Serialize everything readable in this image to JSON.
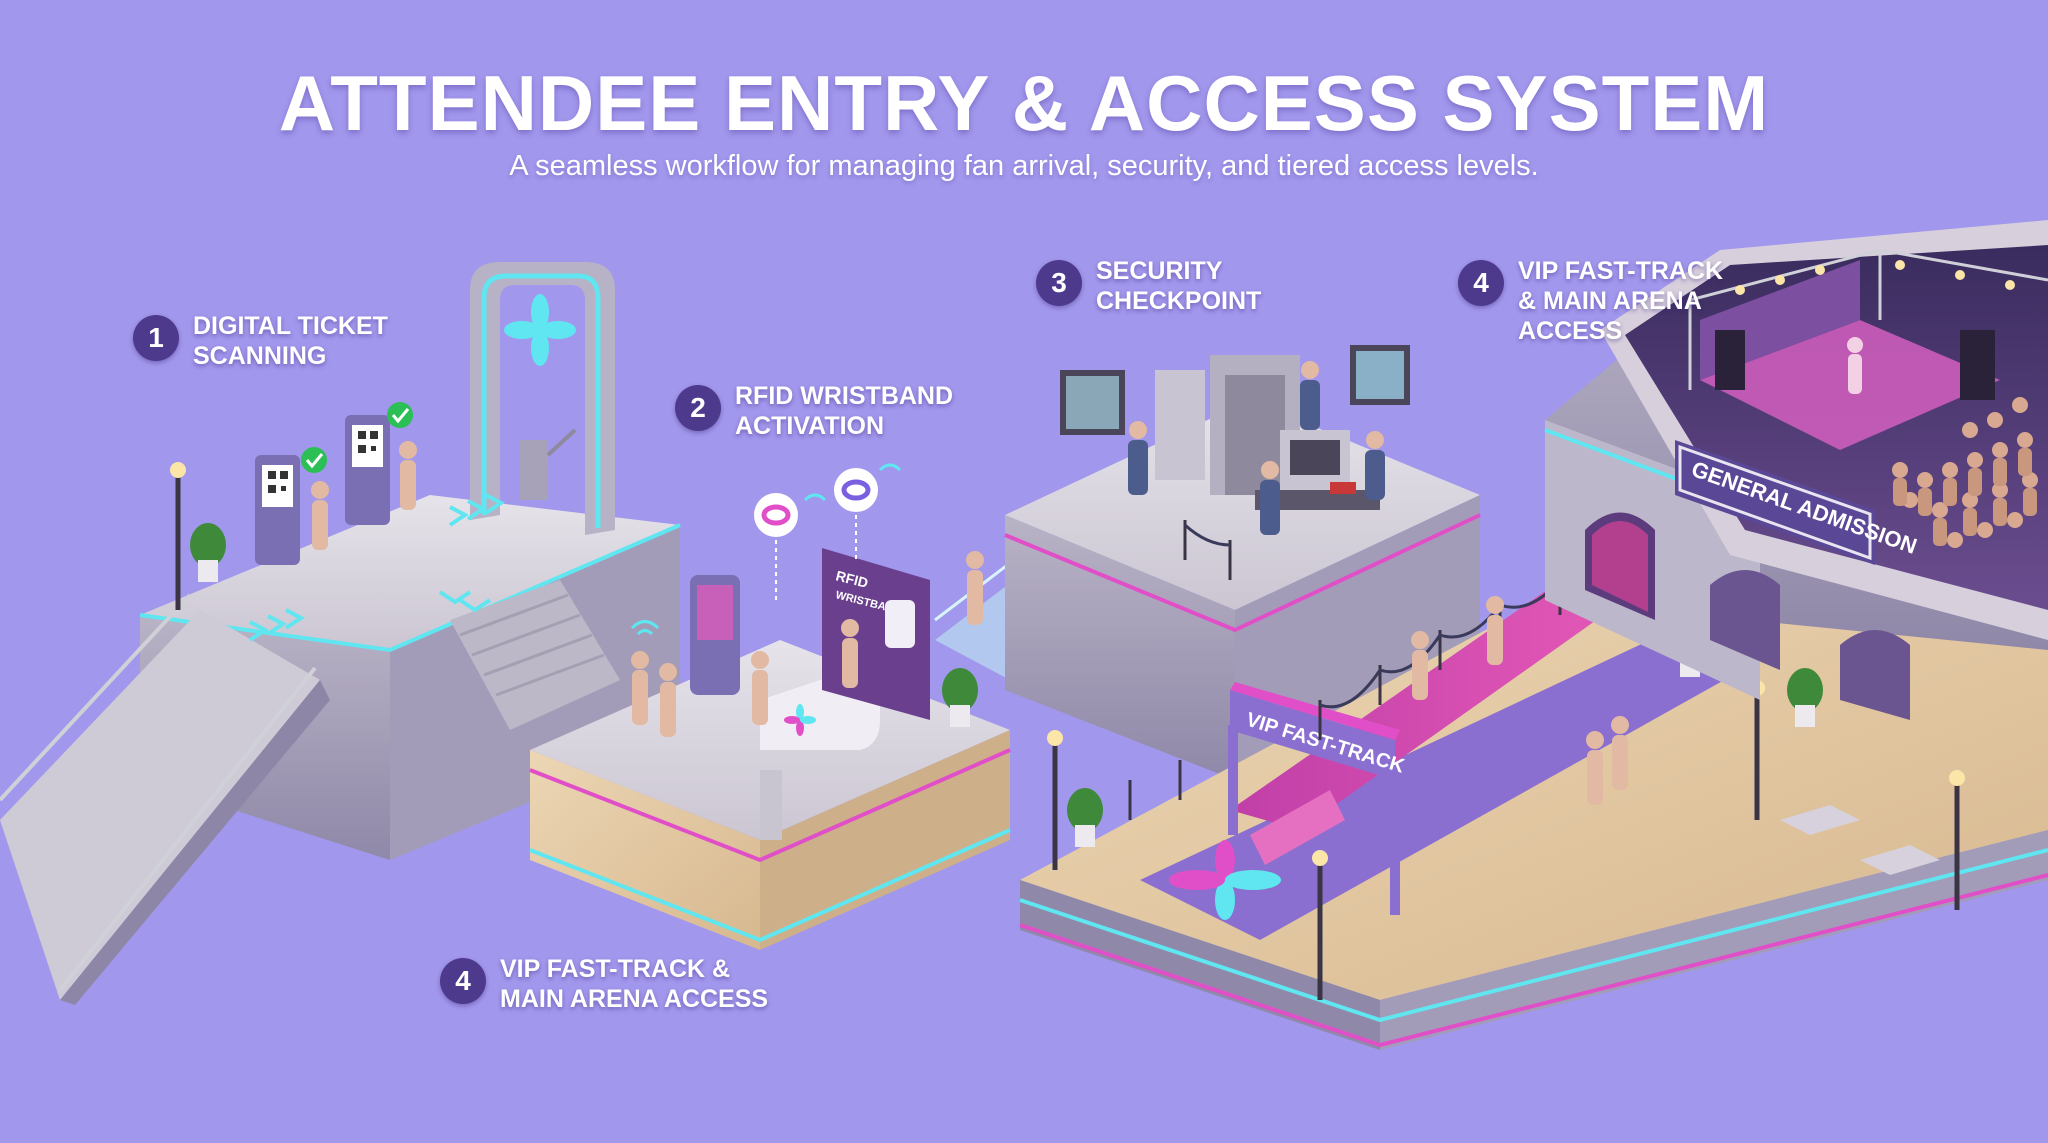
{
  "title": "ATTENDEE ENTRY & ACCESS SYSTEM",
  "subtitle": "A seamless workflow for managing fan arrival, security, and tiered access levels.",
  "steps": [
    {
      "number": "1",
      "label_line1": "DIGITAL TICKET",
      "label_line2": "SCANNING"
    },
    {
      "number": "2",
      "label_line1": "RFID WRISTBAND",
      "label_line2": "ACTIVATION"
    },
    {
      "number": "3",
      "label_line1": "SECURITY",
      "label_line2": "CHECKPOINT"
    },
    {
      "number": "4",
      "label_line1": "VIP FAST-TRACK",
      "label_line2": "& MAIN ARENA",
      "label_line3": "ACCESS"
    },
    {
      "number": "4",
      "label_line1": "VIP FAST-TRACK &",
      "label_line2": "MAIN ARENA ACCESS"
    }
  ],
  "signs": {
    "general_admission": "GENERAL ADMISSION",
    "vip_fast_track": "VIP FAST-TRACK",
    "rfid_panel_line1": "RFID",
    "rfid_panel_line2": "WRISTBAND"
  },
  "colors": {
    "background": "#a197ec",
    "badge": "#4e3a8c",
    "neon_cyan": "#5fe6f0",
    "neon_pink": "#e04fc8",
    "platform_top": "#d9d6de",
    "wood": "#e2c9a6",
    "vip_carpet": "#d9479f"
  },
  "icons": [
    "qr-code-icon",
    "check-icon",
    "wifi-icon",
    "wristband-icon",
    "flower-logo-icon",
    "chevron-arrow-icon"
  ]
}
